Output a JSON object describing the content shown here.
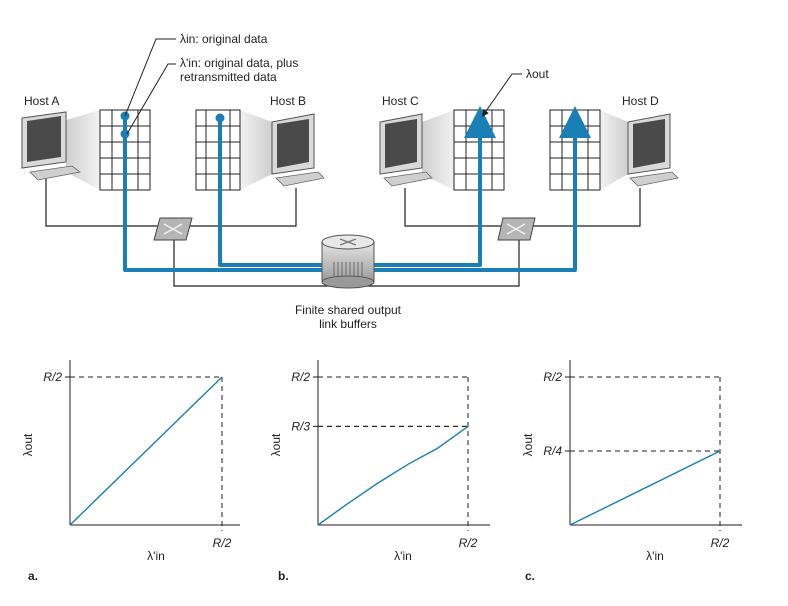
{
  "network": {
    "hosts": [
      "Host A",
      "Host B",
      "Host C",
      "Host D"
    ],
    "lambda_in_label": "λin: original data",
    "lambda_in_prime_label_1": "λ'in: original data, plus",
    "lambda_in_prime_label_2": "retransmitted data",
    "lambda_out_label": "λout",
    "buffer_caption_1": "Finite shared output",
    "buffer_caption_2": "link buffers",
    "colors": {
      "flow": "#1a7fb5",
      "wire": "#231f20",
      "screen": "#4a4a4a"
    }
  },
  "chart_data": [
    {
      "panel": "a.",
      "type": "line",
      "xlabel": "λ'in",
      "ylabel": "λout",
      "xtick": "R/2",
      "ytick": "R/2",
      "curve": [
        [
          0,
          0
        ],
        [
          0.5,
          0.5
        ]
      ],
      "dashed_ref": [
        [
          0.5,
          0.5
        ]
      ],
      "scale": "R/2"
    },
    {
      "panel": "b.",
      "type": "line",
      "xlabel": "λ'in",
      "ylabel": "λout",
      "xtick": "R/2",
      "yticks": [
        "R/2",
        "R/3"
      ],
      "curve": [
        [
          0,
          0
        ],
        [
          0.1,
          0.073
        ],
        [
          0.2,
          0.142
        ],
        [
          0.3,
          0.205
        ],
        [
          0.4,
          0.26
        ],
        [
          0.5,
          0.333
        ]
      ],
      "scale": "R/2"
    },
    {
      "panel": "c.",
      "type": "line",
      "xlabel": "λ'in",
      "ylabel": "λout",
      "xtick": "R/2",
      "yticks": [
        "R/2",
        "R/4"
      ],
      "curve": [
        [
          0,
          0
        ],
        [
          0.5,
          0.25
        ]
      ],
      "scale": "R/2"
    }
  ]
}
